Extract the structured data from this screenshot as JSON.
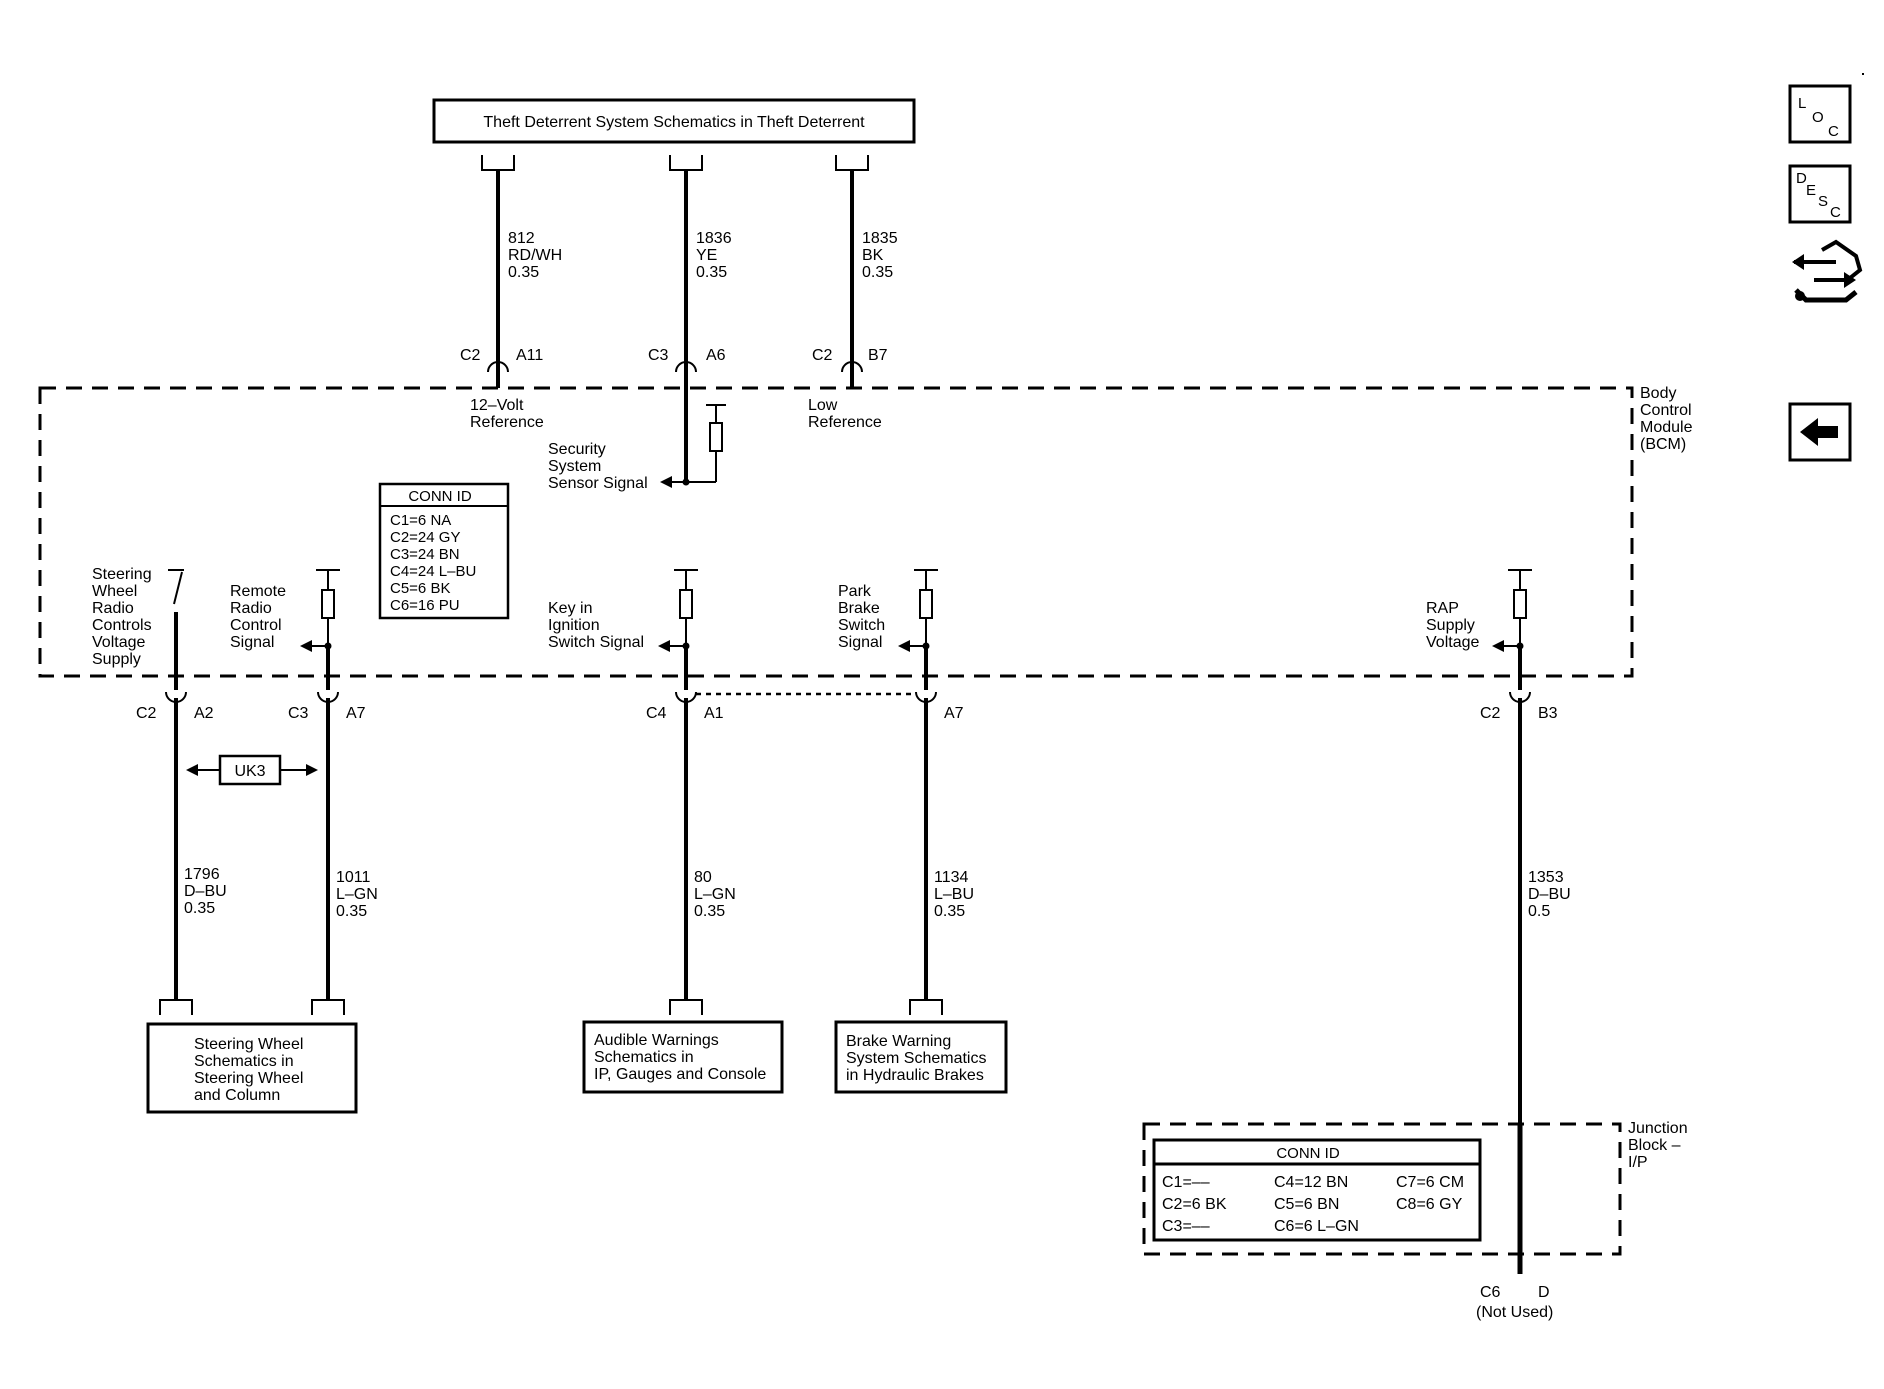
{
  "top_box": "Theft Deterrent System Schematics in Theft Deterrent",
  "top_wires": [
    {
      "circuit": "812",
      "color": "RD/WH",
      "gauge": "0.35",
      "conn": "C2",
      "pin": "A11",
      "label1": "12–Volt",
      "label2": "Reference"
    },
    {
      "circuit": "1836",
      "color": "YE",
      "gauge": "0.35",
      "conn": "C3",
      "pin": "A6"
    },
    {
      "circuit": "1835",
      "color": "BK",
      "gauge": "0.35",
      "conn": "C2",
      "pin": "B7",
      "label1": "Low",
      "label2": "Reference"
    }
  ],
  "security_signal": [
    "Security",
    "System",
    "Sensor Signal"
  ],
  "bcm_label": [
    "Body",
    "Control",
    "Module",
    "(BCM)"
  ],
  "conn_id_bcm": {
    "title": "CONN ID",
    "rows": [
      "C1=6 NA",
      "C2=24 GY",
      "C3=24 BN",
      "C4=24 L–BU",
      "C5=6 BK",
      "C6=16 PU"
    ]
  },
  "bottom_signals": [
    {
      "label": [
        "Steering",
        "Wheel",
        "Radio",
        "Controls",
        "Voltage",
        "Supply"
      ],
      "conn": "C2",
      "pin": "A2",
      "circuit": "1796",
      "color": "D–BU",
      "gauge": "0.35"
    },
    {
      "label": [
        "Remote",
        "Radio",
        "Control",
        "Signal"
      ],
      "conn": "C3",
      "pin": "A7",
      "circuit": "1011",
      "color": "L–GN",
      "gauge": "0.35"
    },
    {
      "label": [
        "Key in",
        "Ignition",
        "Switch Signal"
      ],
      "conn": "C4",
      "pin": "A1",
      "circuit": "80",
      "color": "L–GN",
      "gauge": "0.35"
    },
    {
      "label": [
        "Park",
        "Brake",
        "Switch",
        "Signal"
      ],
      "pin": "A7",
      "circuit": "1134",
      "color": "L–BU",
      "gauge": "0.35"
    },
    {
      "label": [
        "RAP",
        "Supply",
        "Voltage"
      ],
      "conn": "C2",
      "pin": "B3",
      "circuit": "1353",
      "color": "D–BU",
      "gauge": "0.5"
    }
  ],
  "option_code": "UK3",
  "bottom_boxes": [
    [
      "Steering Wheel",
      "Schematics in",
      "Steering Wheel",
      "and Column"
    ],
    [
      "Audible Warnings",
      "Schematics in",
      "IP, Gauges and Console"
    ],
    [
      "Brake Warning",
      "System Schematics",
      "in Hydraulic Brakes"
    ]
  ],
  "junction_label": [
    "Junction",
    "Block –",
    "I/P"
  ],
  "conn_id_jb": {
    "title": "CONN ID",
    "col1": [
      "C1=––",
      "C2=6 BK",
      "C3=––"
    ],
    "col2": [
      "C4=12 BN",
      "C5=6 BN",
      "C6=6 L–GN"
    ],
    "col3": [
      "C7=6 CM",
      "C8=6 GY"
    ]
  },
  "jb_terminal": {
    "conn": "C6",
    "pin": "D",
    "note": "(Not Used)"
  },
  "side_icons": {
    "loc": [
      "L",
      "O",
      "C"
    ],
    "desc": [
      "D",
      "E",
      "S",
      "C"
    ]
  }
}
